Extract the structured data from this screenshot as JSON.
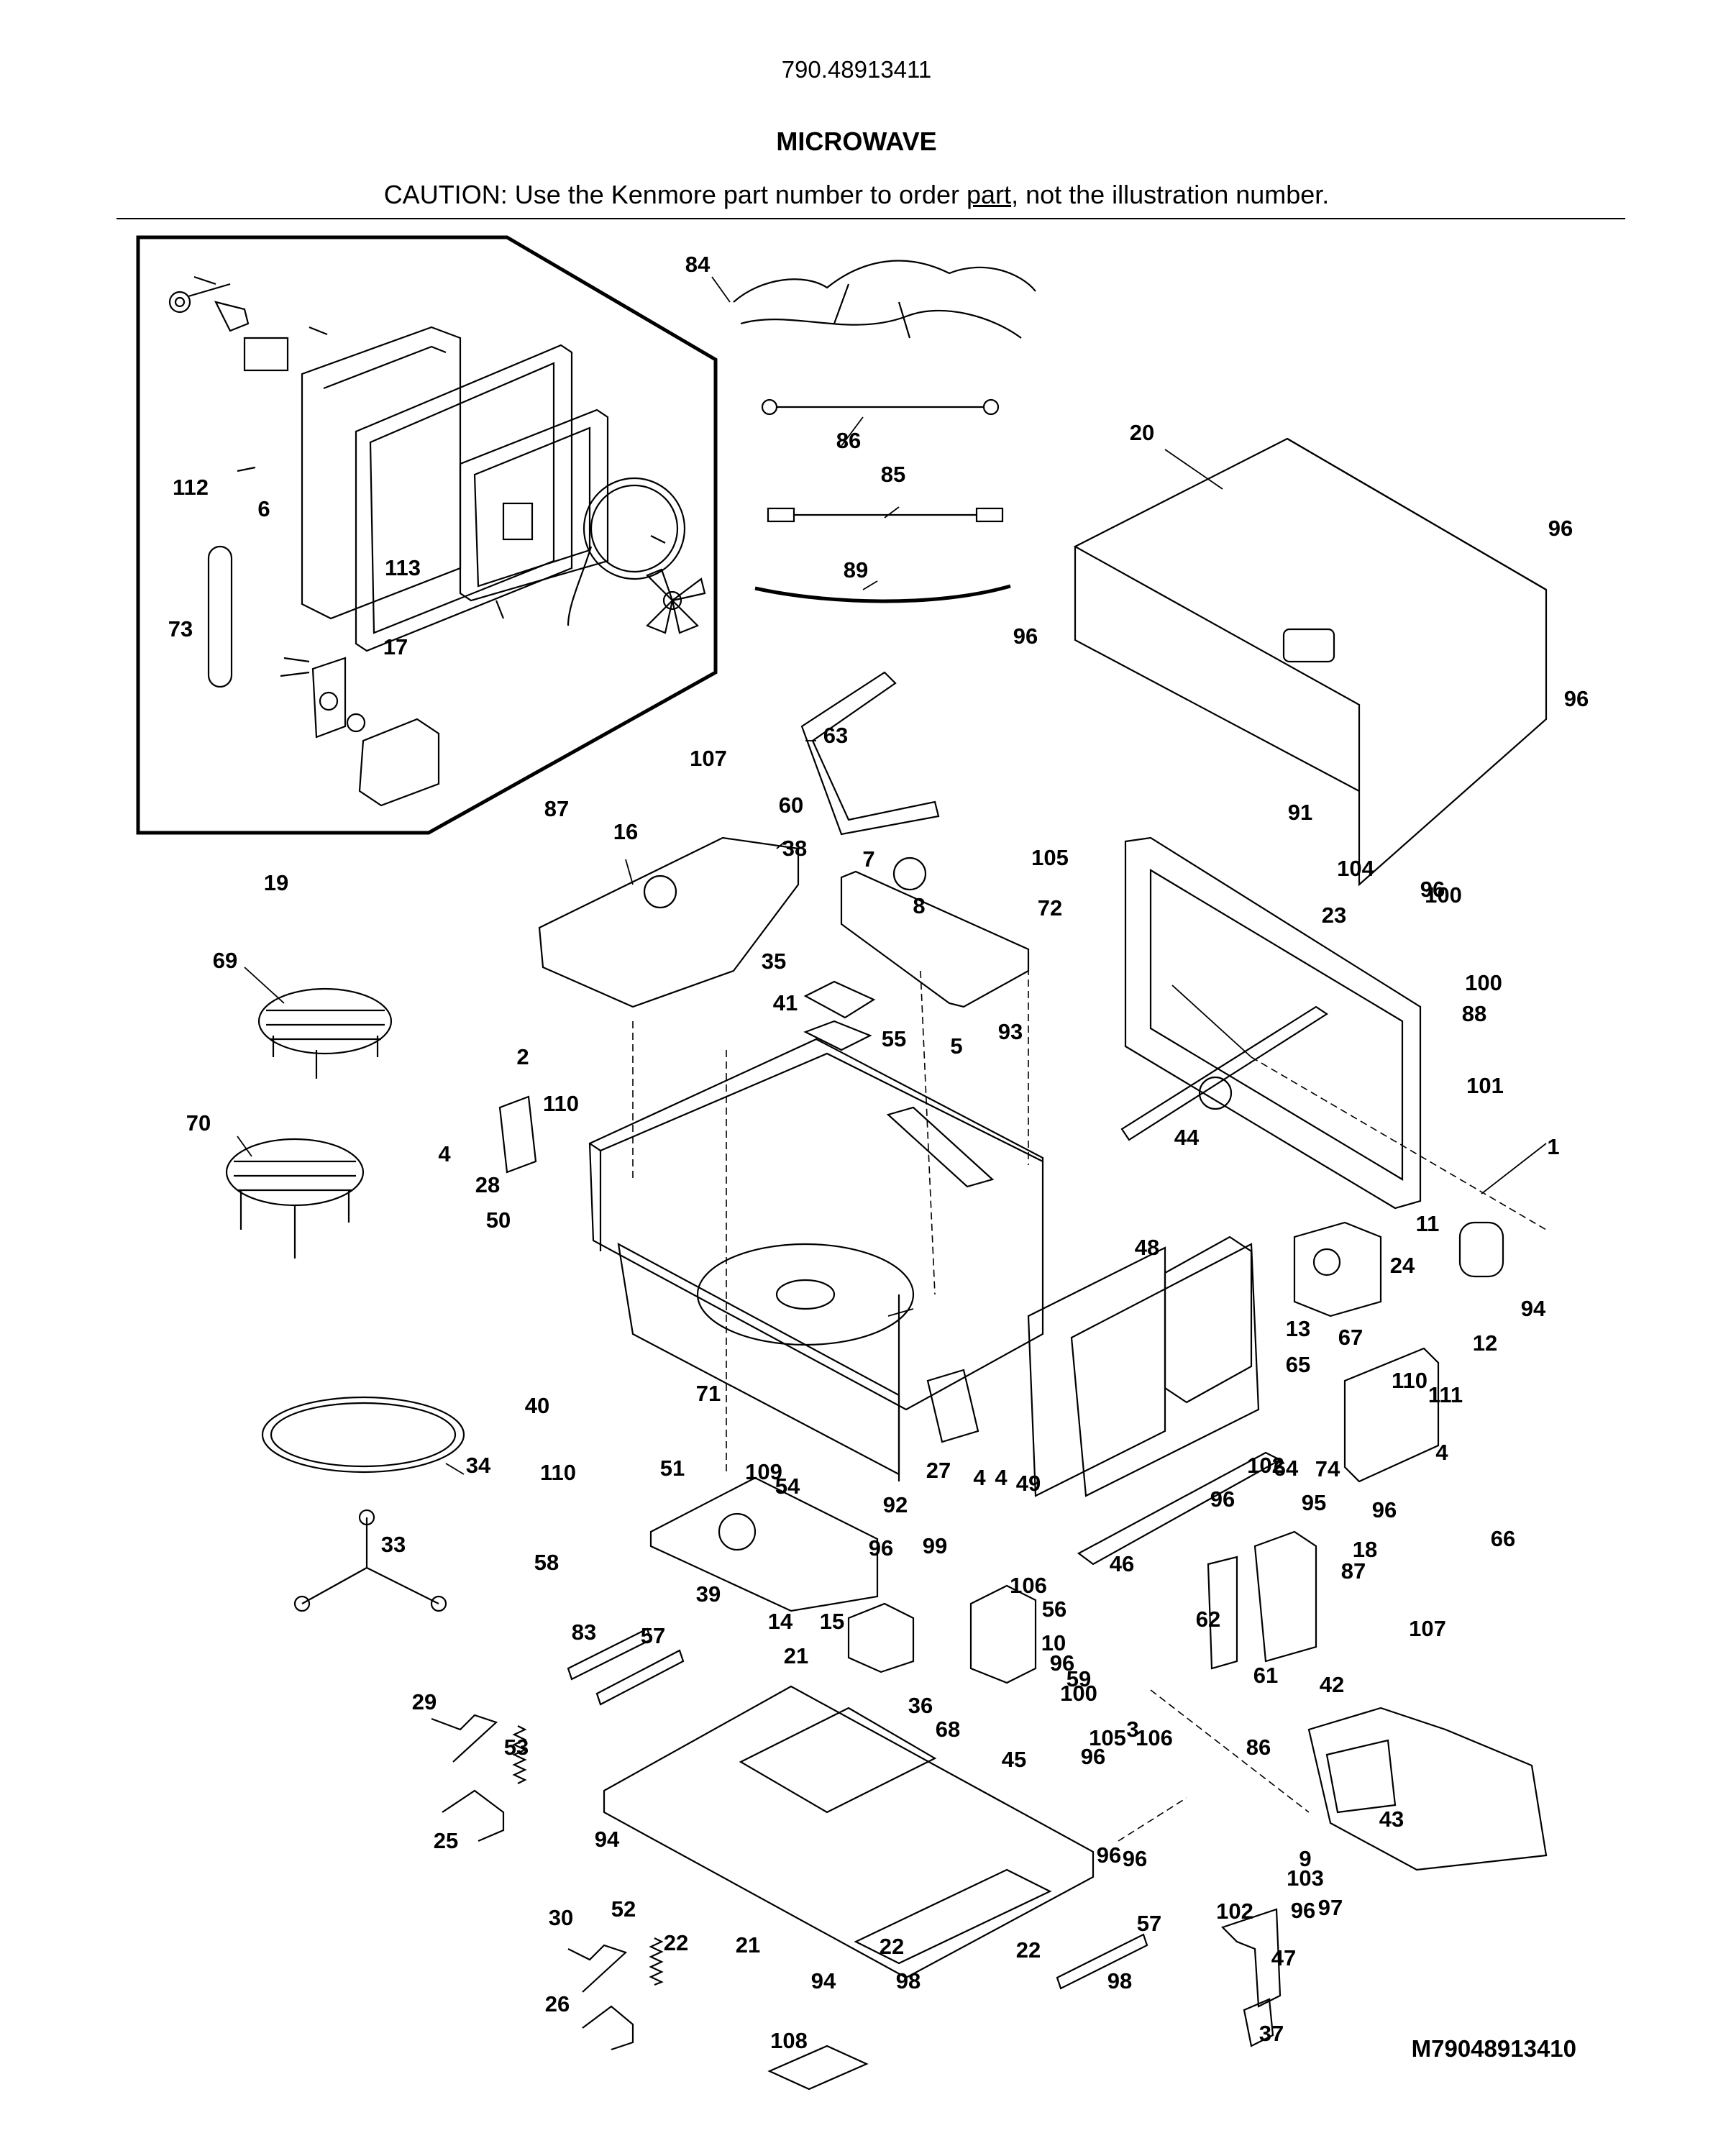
{
  "header": {
    "model_number": "790.48913411",
    "title": "MICROWAVE",
    "caution_prefix": "CAUTION: Use the Kenmore part number to order ",
    "caution_underlined": "part",
    "caution_suffix": ", not the illustration number."
  },
  "diagram": {
    "callout_labels": [
      "1",
      "2",
      "3",
      "4",
      "4",
      "4",
      "4",
      "5",
      "6",
      "7",
      "8",
      "9",
      "10",
      "11",
      "12",
      "13",
      "14",
      "15",
      "16",
      "17",
      "18",
      "19",
      "20",
      "21",
      "21",
      "22",
      "22",
      "22",
      "23",
      "24",
      "25",
      "26",
      "27",
      "28",
      "29",
      "30",
      "33",
      "34",
      "35",
      "36",
      "37",
      "38",
      "39",
      "40",
      "41",
      "42",
      "43",
      "44",
      "45",
      "46",
      "47",
      "48",
      "49",
      "50",
      "51",
      "52",
      "53",
      "54",
      "55",
      "56",
      "57",
      "57",
      "58",
      "59",
      "60",
      "61",
      "62",
      "63",
      "64",
      "65",
      "66",
      "67",
      "68",
      "69",
      "70",
      "71",
      "72",
      "73",
      "74",
      "83",
      "84",
      "85",
      "86",
      "86",
      "87",
      "87",
      "88",
      "89",
      "91",
      "92",
      "93",
      "94",
      "94",
      "94",
      "95",
      "96",
      "96",
      "96",
      "96",
      "96",
      "96",
      "96",
      "96",
      "96",
      "96",
      "96",
      "96",
      "97",
      "98",
      "98",
      "99",
      "100",
      "100",
      "100",
      "101",
      "102",
      "102",
      "103",
      "104",
      "105",
      "105",
      "106",
      "106",
      "107",
      "107",
      "108",
      "109",
      "110",
      "110",
      "110",
      "111",
      "112",
      "113"
    ],
    "document_code": "M79048913410"
  }
}
